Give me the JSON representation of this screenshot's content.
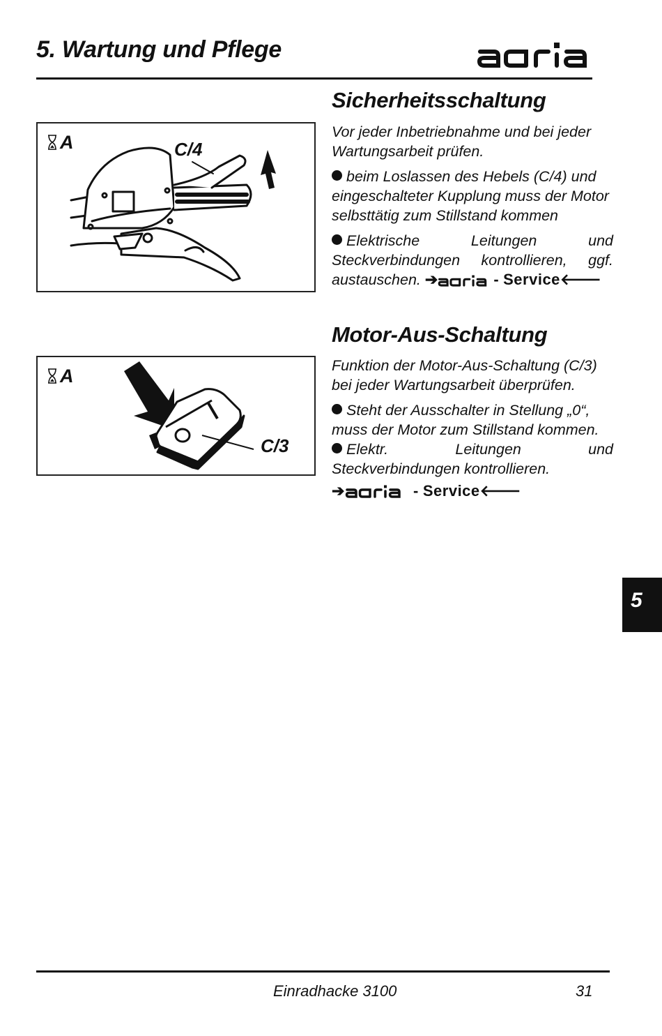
{
  "header": {
    "title": "5. Wartung und Pflege",
    "logo_text": "agria"
  },
  "section1": {
    "title": "Sicherheitsschaltung",
    "intro": "Vor jeder Inbetriebnahme und bei jeder Wartungsarbeit prüfen.",
    "bullet1": "beim Loslassen des Hebels (C/4) und eingeschalteter Kupplung muss der Motor selbsttätig zum Stillstand kommen",
    "bullet2": "Elektrische Leitungen und Steckverbindungen kontrollieren, ggf. austauschen.",
    "service_brand": "agria",
    "service_word": "Service",
    "figure": {
      "label": "A",
      "callout": "C/4"
    }
  },
  "section2": {
    "title": "Motor-Aus-Schaltung",
    "intro": "Funktion der Motor-Aus-Schaltung (C/3) bei jeder Wartungsarbeit überprüfen.",
    "bullet1": "Steht der Ausschalter in Stellung „0“, muss der Motor zum Stillstand kommen.",
    "bullet2": "Elektr. Leitungen und Steckverbindungen kontrollieren.",
    "service_brand": "agria",
    "service_word": "Service",
    "figure": {
      "label": "A",
      "callout": "C/3",
      "switch_on": "I",
      "switch_off": "O"
    }
  },
  "tab": {
    "number": "5"
  },
  "footer": {
    "product": "Einradhacke 3100",
    "page": "31"
  }
}
